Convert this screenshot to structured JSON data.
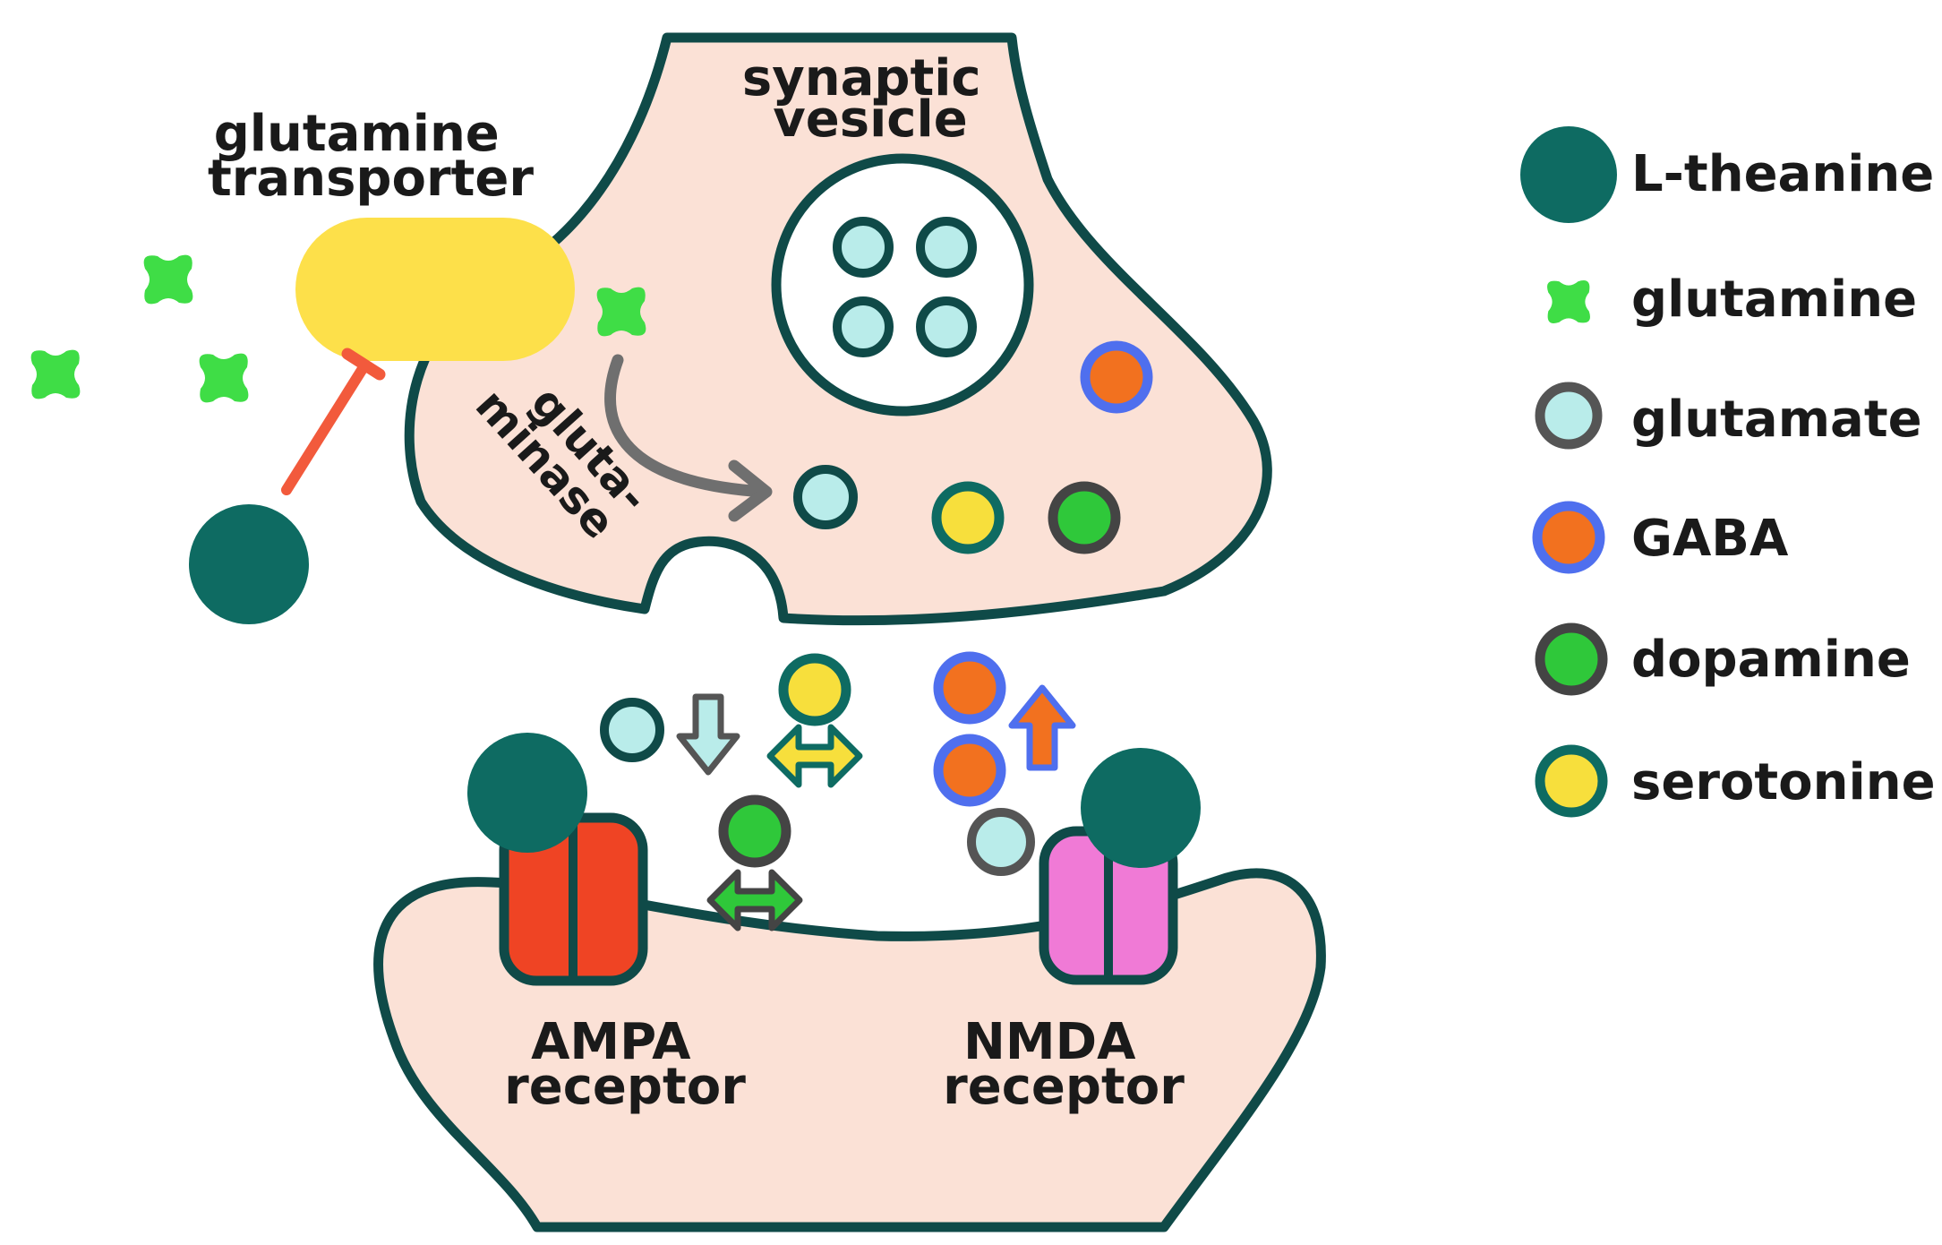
{
  "labels": {
    "transporter_line1": "glutamine",
    "transporter_line2": "transporter",
    "vesicle_line1": "synaptic",
    "vesicle_line2": "vesicle",
    "glutaminase_line1": "gluta-",
    "glutaminase_line2": "minase",
    "ampa_line1": "AMPA",
    "ampa_line2": "receptor",
    "nmda_line1": "NMDA",
    "nmda_line2": "receptor"
  },
  "legend": [
    {
      "label": "L-theanine",
      "icon": "l-theanine-icon"
    },
    {
      "label": "glutamine",
      "icon": "glutamine-icon"
    },
    {
      "label": "glutamate",
      "icon": "glutamate-icon"
    },
    {
      "label": "GABA",
      "icon": "gaba-icon"
    },
    {
      "label": "dopamine",
      "icon": "dopamine-icon"
    },
    {
      "label": "serotonine",
      "icon": "serotonine-icon"
    }
  ],
  "colors": {
    "outline": "#0f4a48",
    "membrane_fill": "#fbe1d6",
    "theanine": "#0e6b62",
    "glutamine": "#3fdd46",
    "glutamate": "#b9ecea",
    "gaba_fill": "#f2711f",
    "gaba_ring": "#4f6fee",
    "dopamine_fill": "#2fc83a",
    "dopamine_ring": "#444444",
    "serotonine_fill": "#f7df3c",
    "serotonine_ring": "#0e6b62",
    "transporter": "#fde04a",
    "ampa": "#ef4424",
    "nmda": "#f07ad6",
    "inhibition": "#f25a3c"
  }
}
